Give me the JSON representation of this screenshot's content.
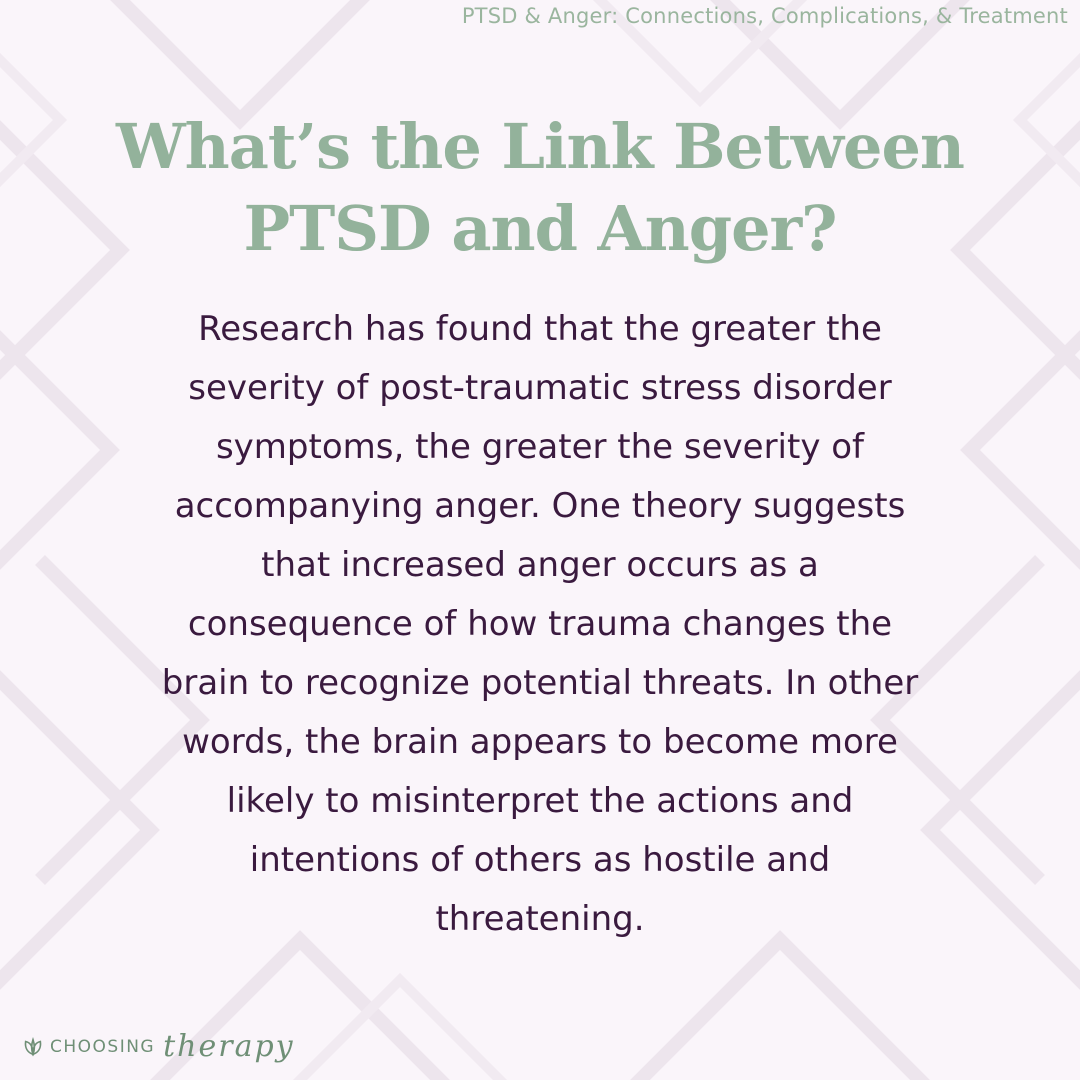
{
  "header": {
    "article_tag": "PTSD & Anger: Connections, Complications, & Treatment"
  },
  "main": {
    "title_line1": "What’s the Link Between",
    "title_line2": "PTSD and Anger?",
    "body": "Research has found that the greater the severity of post-traumatic stress disorder symptoms, the greater the severity of accompanying anger. One theory suggests that increased anger occurs as a consequence of how trauma changes the brain to recognize potential threats. In other words, the brain appears to become more likely to misinterpret the actions and intentions of others as hostile and threatening."
  },
  "brand": {
    "icon": "leaf-icon",
    "name_part1": "CHOOSING",
    "name_part2": "therapy"
  },
  "colors": {
    "background": "#faf5fa",
    "title": "#93b29b",
    "body_text": "#3a1a3f",
    "accent_green": "#6f8f76",
    "pattern_line": "#ece4ec"
  }
}
